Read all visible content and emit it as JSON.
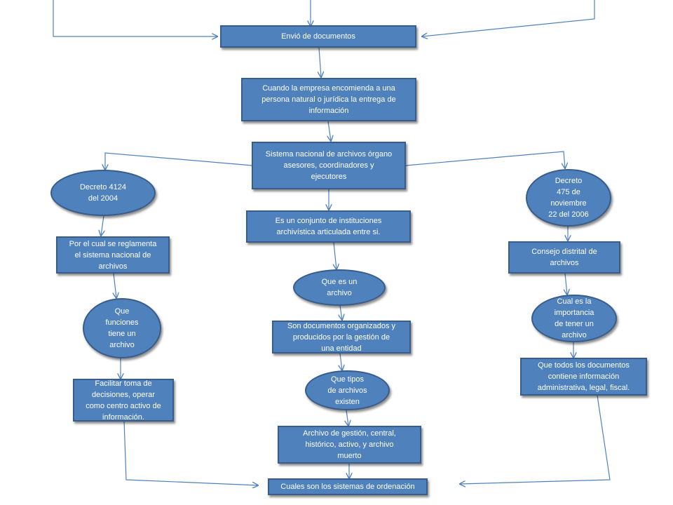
{
  "nodes": {
    "envio": "Envió de documentos",
    "cuando": "Cuando la empresa encomienda a una\npersona natural o jurídica la entrega de\ninformación",
    "sistema": "Sistema nacional de archivos órgano\nasesores, coordinadores y\nejecutores",
    "decreto4124": "Decreto  4124\ndel 2004",
    "decreto475": "Decreto\n475 de\nnoviembre\n22 del 2006",
    "conjunto": "Es un conjunto de instituciones\narchivística articulada entre si.",
    "reglamenta": "Por el cual se reglamenta\nel sistema nacional de\narchivos",
    "consejo": "Consejo distrital de\narchivos",
    "que_es": "Que es un\narchivo",
    "funciones": "Que\nfunciones\ntiene un\narchivo",
    "importancia": "Cual es la\nimportancia\nde tener un\narchivo",
    "son_documentos": "Son documentos organizados y\nproducidos por la gestión de\nuna entidad",
    "todos_documentos": "Que todos los documentos\ncontiene información\nadministrativa,  legal, fiscal.",
    "tipos": "Que tipos\nde archivos\nexisten",
    "facilitar": "Facilitar toma de\ndecisiones, operar\ncomo centro activo de\ninformación.",
    "gestion": "Archivo de gestión, central,\nhistórico, activo, y archivo\nmuerto",
    "sistemas_ordenacion": "Cuales son los sistemas de ordenación"
  },
  "colors": {
    "node_fill": "#4f81bd",
    "node_border": "#385d8a",
    "arrow": "#4f81bd",
    "text": "#ffffff"
  }
}
